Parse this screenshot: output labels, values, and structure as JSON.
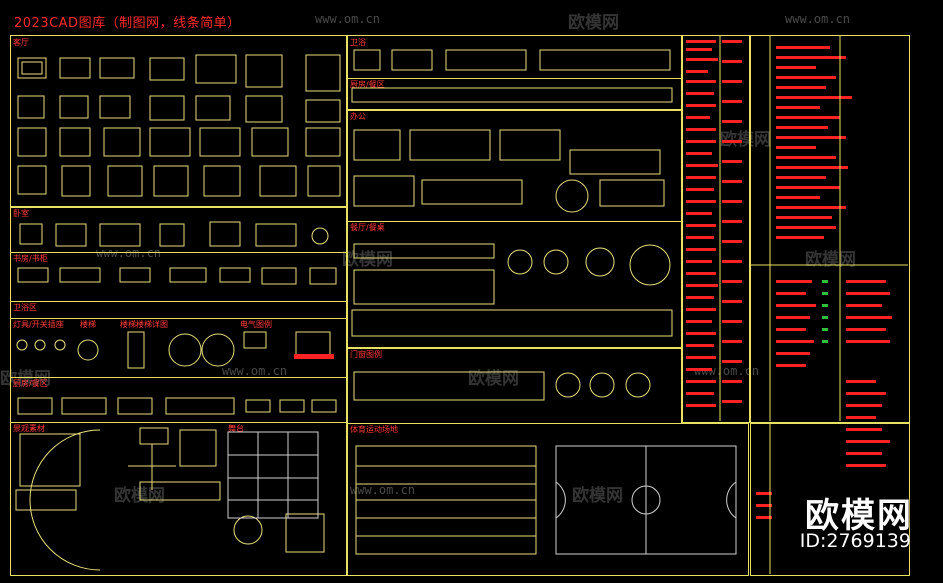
{
  "title": "2023CAD图库（制图网，线条简单）",
  "watermarks": {
    "url": "www.om.cn",
    "logo": "欧模网"
  },
  "brand": {
    "name": "欧模网",
    "id": "ID:2769139"
  },
  "sections": {
    "living_room": "客厅",
    "bedroom": "卧室",
    "study": "书房/书柜",
    "bathroom": "卫浴区",
    "lamps": "灯具/开关插座",
    "stairs": "楼梯",
    "stairs_detail": "楼梯楼梯详图",
    "electric": "电气图例",
    "kitchen": "厨房/餐区",
    "bath2": "卫浴",
    "office": "办公",
    "dining": "餐厅/餐桌",
    "window": "门窗图例",
    "landscape": "景观素材",
    "stage": "舞台",
    "sports": "体育运动场地"
  },
  "colors": {
    "line": "#e8e060",
    "symbol": "#e7de7a",
    "red": "#ff2222",
    "green": "#30c040"
  }
}
